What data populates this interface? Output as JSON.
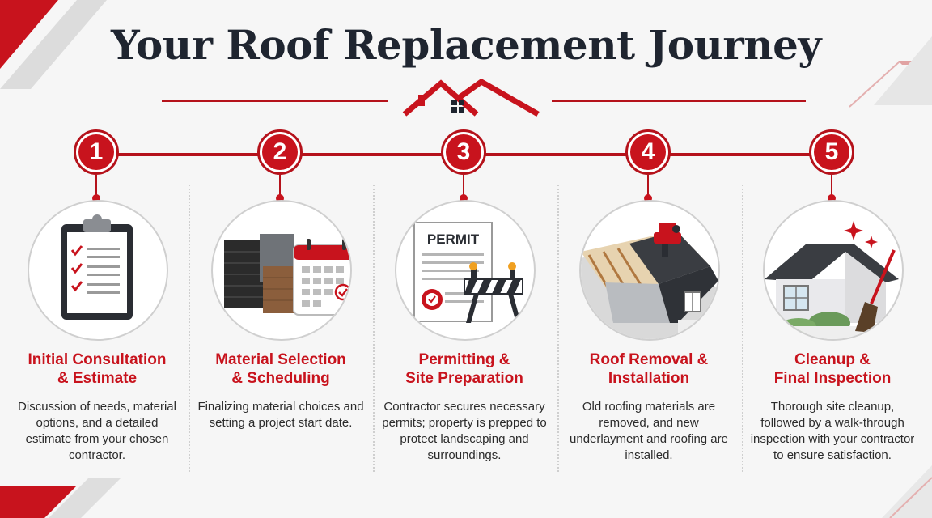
{
  "title": "Your Roof Replacement Journey",
  "colors": {
    "accent": "#c8131d",
    "dark": "#1f2530",
    "background": "#f6f6f6"
  },
  "steps": [
    {
      "number": "1",
      "title_line1": "Initial Consultation",
      "title_line2": "& Estimate",
      "description": "Discussion of needs, material options, and a detailed estimate from your chosen contractor.",
      "icon": "clipboard-checklist-icon"
    },
    {
      "number": "2",
      "title_line1": "Material Selection",
      "title_line2": "& Scheduling",
      "description": "Finalizing material choices and setting a project start date.",
      "icon": "shingle-samples-calendar-icon"
    },
    {
      "number": "3",
      "title_line1": "Permitting &",
      "title_line2": "Site Preparation",
      "description": "Contractor secures necessary permits; property is prepped to protect landscaping and surroundings.",
      "icon": "permit-barricade-icon",
      "permit_label": "PERMIT"
    },
    {
      "number": "4",
      "title_line1": "Roof Removal &",
      "title_line2": "Installation",
      "description": "Old roofing materials are removed, and new underlayment and roofing are installed.",
      "icon": "roof-nail-gun-icon"
    },
    {
      "number": "5",
      "title_line1": "Cleanup &",
      "title_line2": "Final Inspection",
      "description": "Thorough site cleanup, followed by a walk-through inspection with your contractor to ensure satisfaction.",
      "icon": "house-broom-icon"
    }
  ]
}
